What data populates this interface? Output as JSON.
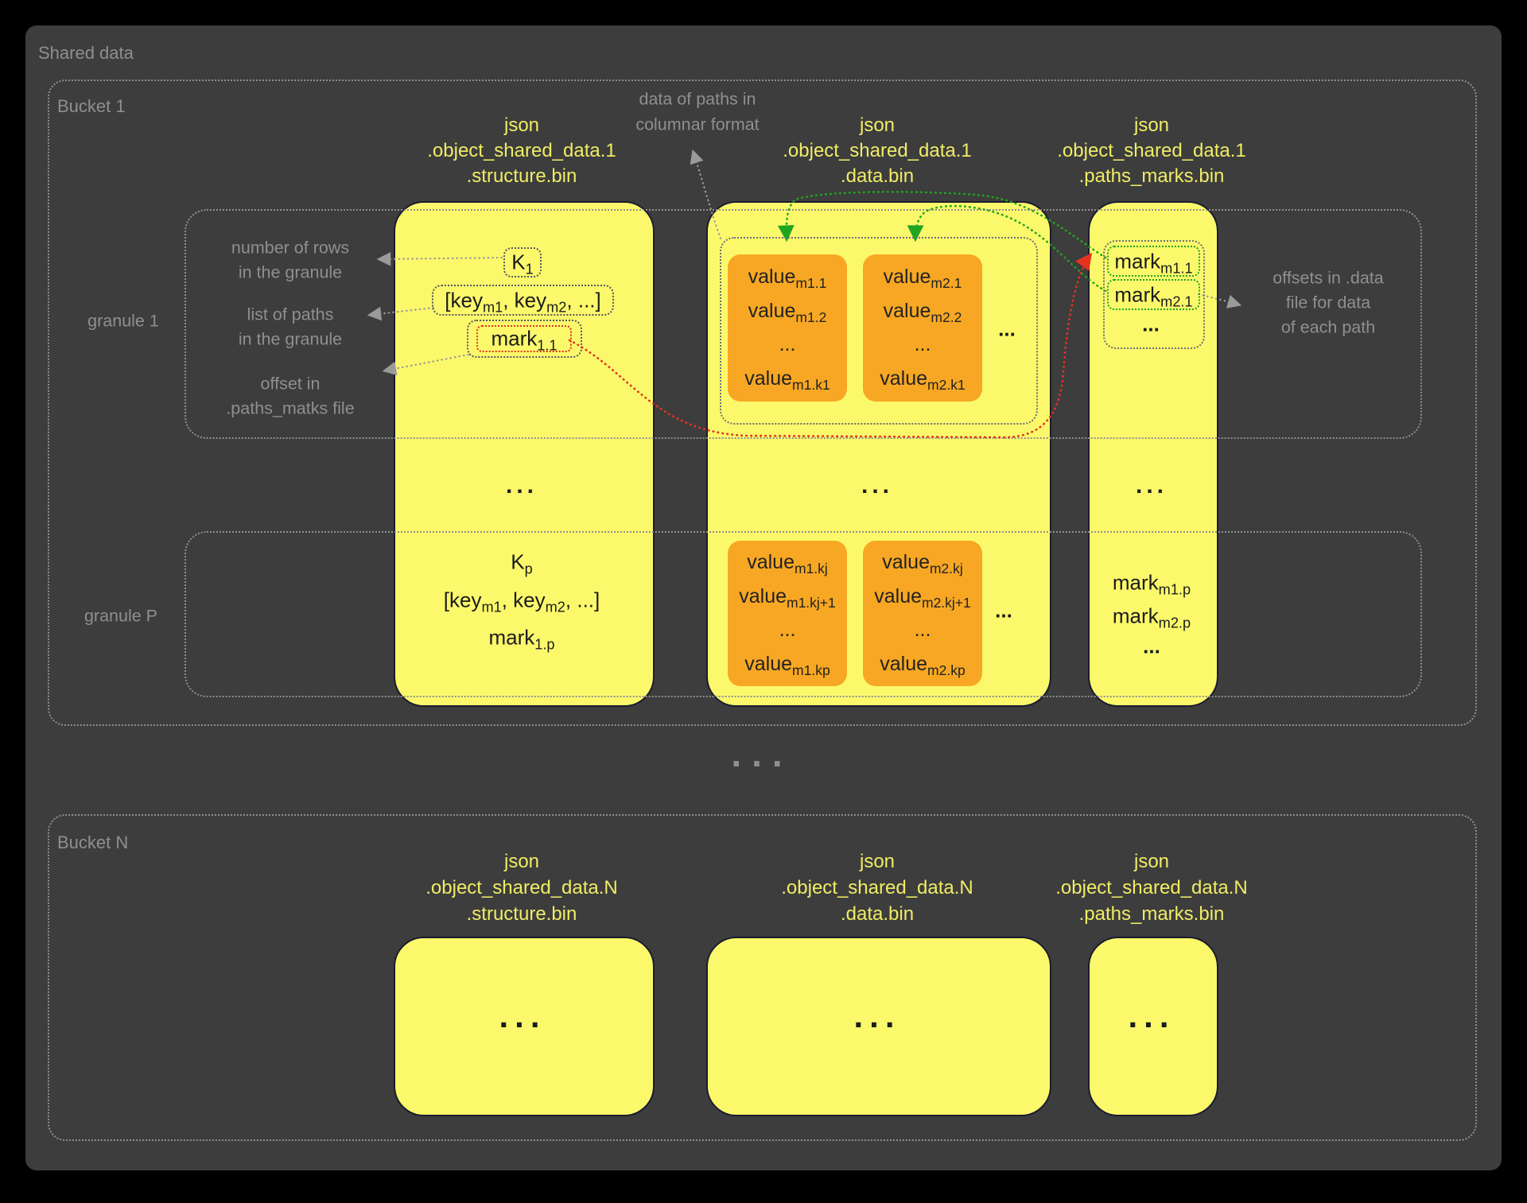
{
  "colors": {
    "background": "#000000",
    "panel": "#3d3d3d",
    "file_yellow": "#fbf96b",
    "header_yellow": "#f0ec66",
    "value_orange": "#f7a723",
    "arrow_green": "#1fa51f",
    "arrow_red": "#e5331c",
    "annotation_gray": "#8f8f8f"
  },
  "shared_data": {
    "title": "Shared data",
    "separator": "..."
  },
  "bucket1": {
    "label": "Bucket 1",
    "files": {
      "structure": {
        "header_lines": [
          "json",
          ".object_shared_data.1",
          ".structure.bin"
        ]
      },
      "data": {
        "header_lines": [
          "json",
          ".object_shared_data.1",
          ".data.bin"
        ]
      },
      "marks": {
        "header_lines": [
          "json",
          ".object_shared_data.1",
          ".paths_marks.bin"
        ]
      }
    },
    "annotations": {
      "columnar": [
        "data of paths in",
        "columnar format"
      ],
      "rows": [
        "number of rows",
        "in the granule"
      ],
      "paths": [
        "list of paths",
        "in the granule"
      ],
      "offset": [
        "offset in",
        ".paths_matks file"
      ],
      "offsets_data": [
        "offsets in .data",
        "file for data",
        "of each path"
      ]
    },
    "granule1": {
      "label": "granule 1",
      "k": "K_{1}",
      "keys": "[key_{m1}, key_{m2}, ...]",
      "mark": "mark_{1.1}",
      "values_m1": [
        "value_{m1.1}",
        "value_{m1.2}",
        "...",
        "value_{m1.k1}"
      ],
      "values_m2": [
        "value_{m2.1}",
        "value_{m2.2}",
        "...",
        "value_{m2.k1}"
      ],
      "values_more": "...",
      "marks": [
        "mark_{m1.1}",
        "mark_{m2.1}"
      ],
      "marks_more": "..."
    },
    "ellipsis_row": {
      "structure": "...",
      "data": "...",
      "marks": "..."
    },
    "granuleP": {
      "label": "granule P",
      "k": "K_{p}",
      "keys": "[key_{m1}, key_{m2}, ...]",
      "mark": "mark_{1.p}",
      "values_m1": [
        "value_{m1.kj}",
        "value_{m1.kj+1}",
        "...",
        "value_{m1.kp}"
      ],
      "values_m2": [
        "value_{m2.kj}",
        "value_{m2.kj+1}",
        "...",
        "value_{m2.kp}"
      ],
      "values_more": "...",
      "marks": [
        "mark_{m1.p}",
        "mark_{m2.p}"
      ],
      "marks_more": "..."
    }
  },
  "bucketN": {
    "label": "Bucket N",
    "files": {
      "structure": {
        "header_lines": [
          "json",
          ".object_shared_data.N",
          ".structure.bin"
        ],
        "content": "..."
      },
      "data": {
        "header_lines": [
          "json",
          ".object_shared_data.N",
          ".data.bin"
        ],
        "content": "..."
      },
      "marks": {
        "header_lines": [
          "json",
          ".object_shared_data.N",
          ".paths_marks.bin"
        ],
        "content": "..."
      }
    }
  }
}
